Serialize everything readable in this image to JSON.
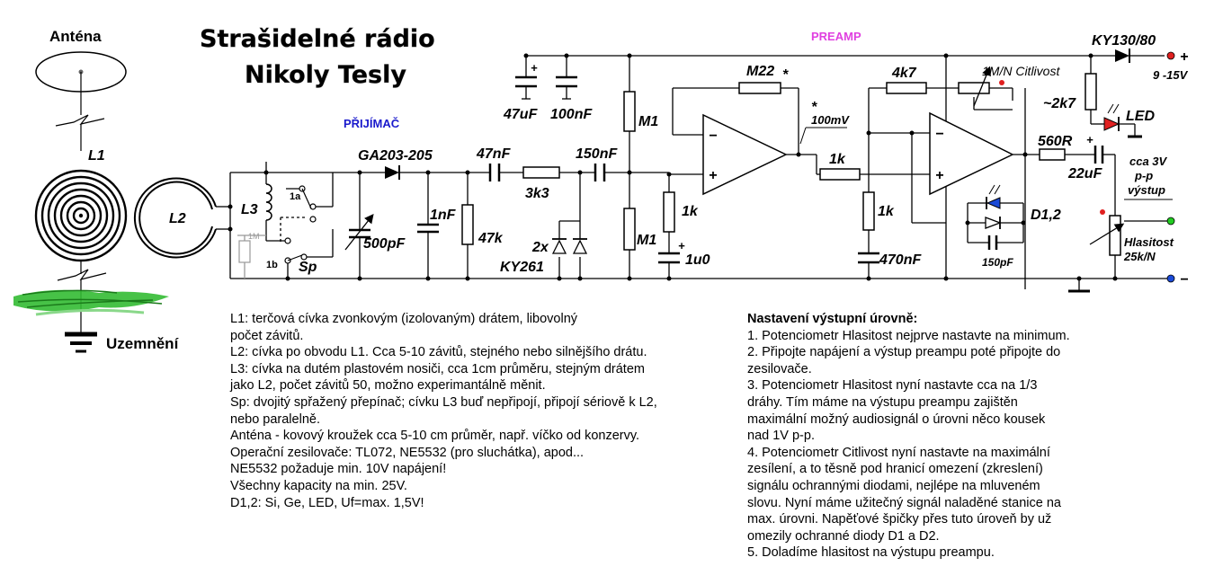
{
  "title": {
    "line1": "Strašidelné rádio",
    "line2": "Nikoly Tesly"
  },
  "sections": {
    "preamp": "PREAMP",
    "receiver": "PŘIJÍMAČ"
  },
  "antenna": {
    "label": "Anténa",
    "coil": "L1",
    "ground": "Uzemnění"
  },
  "components": {
    "l2": "L2",
    "l3": "L3",
    "sw1a": "1a",
    "sw1b": "1b",
    "sw1m": "1M",
    "sp": "Sp",
    "diode": "GA203-205",
    "c500": "500pF",
    "c1n": "1nF",
    "c47n": "47nF",
    "r3k3": "3k3",
    "r47k": "47k",
    "c150n": "150nF",
    "varicap_count": "2x",
    "varicap": "KY261",
    "c47u": "47uF",
    "c100n": "100nF",
    "rM1a": "M1",
    "rM1b": "M1",
    "r1k_div": "1k",
    "c1u0": "1u0",
    "rM22": "M22",
    "star1": "*",
    "star2": "*",
    "mv100": "100mV",
    "r1k_in": "1k",
    "r4k7": "4k7",
    "pot_citl": "1M/N Citlivost",
    "r1k_gnd": "1k",
    "c470n": "470nF",
    "d12": "D1,2",
    "c150p": "150pF",
    "opamp_minus": "−",
    "opamp_plus": "+",
    "ky130": "KY130/80",
    "supply_plus": "+",
    "supply": "9 -15V",
    "r2k7": "~2k7",
    "led": "LED",
    "r560": "560R",
    "c22u": "22uF",
    "out_l1": "cca 3V",
    "out_l2": "p-p",
    "out_l3": "výstup",
    "pot_vol1": "Hlasitost",
    "pot_vol2": "25k/N",
    "supply_minus": "−"
  },
  "notes_left": [
    "L1: terčová cívka zvonkovým (izolovaným) drátem, libovolný",
    "počet závitů.",
    "L2: cívka po obvodu L1. Cca 5-10 závitů, stejného nebo silnějšího drátu.",
    "L3: cívka na dutém plastovém nosiči, cca 1cm průměru, stejným drátem",
    "jako L2, počet závitů 50, možno experimantálně měnit.",
    "Sp: dvojitý spřažený přepínač; cívku L3 buď nepřipojí, připojí sériově k L2,",
    "nebo paralelně.",
    "Anténa - kovový kroužek cca 5-10 cm průměr, např. víčko od konzervy.",
    "Operační zesilovače: TL072, NE5532 (pro sluchátka), apod...",
    "NE5532 požaduje min. 10V napájení!",
    "Všechny kapacity na min. 25V.",
    "D1,2: Si, Ge, LED, Uf=max. 1,5V!"
  ],
  "notes_right": {
    "heading": "Nastavení výstupní úrovně:",
    "lines": [
      "1. Potenciometr Hlasitost nejprve nastavte na minimum.",
      "2. Připojte napájení a výstup preampu poté připojte do",
      "zesilovače.",
      "3. Potenciometr Hlasitost nyní nastavte cca na 1/3",
      "dráhy. Tím máme na výstupu preampu zajištěn",
      "maximální možný audiosignál o úrovni něco kousek",
      "nad 1V p-p.",
      "4. Potenciometr Citlivost nyní nastavte na maximální",
      "zesílení, a to těsně pod hranicí omezení (zkreslení)",
      "signálu ochrannými diodami, nejlépe na mluveném",
      "slovu. Nyní máme užitečný signál naladěné stanice na",
      "max. úrovni. Napěťové špičky přes tuto úroveň by už",
      "omezily ochranné diody D1 a D2.",
      "5. Doladíme hlasitost na výstupu preampu."
    ]
  },
  "colors": {
    "preamp": "#e040e0",
    "receiver": "#1a1acc",
    "led_red": "#e02020",
    "led_blue": "#1a4ad8",
    "out_green": "#22cc22",
    "grass": "#33bb33"
  }
}
